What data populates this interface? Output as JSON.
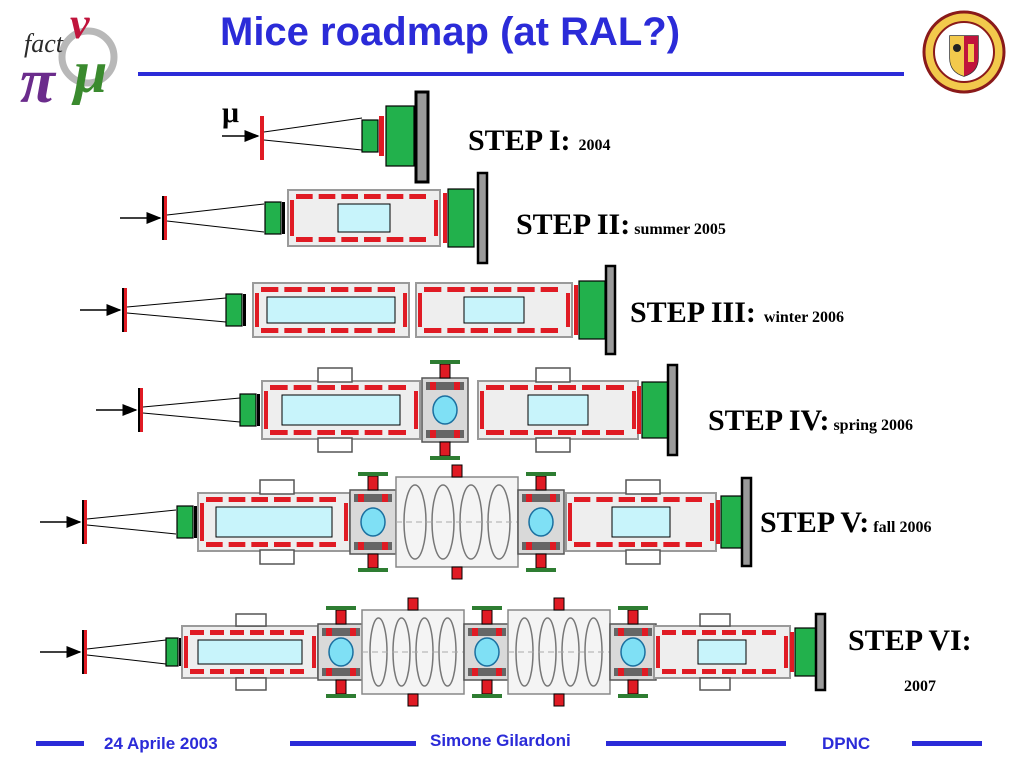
{
  "title": "Mice roadmap (at RAL?)",
  "logo_left": {
    "text_fact": "fact",
    "text_pi": "π",
    "text_nu": "ν",
    "text_mu": "μ"
  },
  "beam_symbol": "μ",
  "steps": [
    {
      "label": "STEP I:",
      "date": "2004"
    },
    {
      "label": "STEP II:",
      "date": "summer 2005"
    },
    {
      "label": "STEP III:",
      "date": "winter 2006"
    },
    {
      "label": "STEP IV:",
      "date": "spring 2006"
    },
    {
      "label": "STEP V:",
      "date": "fall 2006"
    },
    {
      "label": "STEP VI:",
      "date": "2007"
    }
  ],
  "footer": {
    "date": "24 Aprile 2003",
    "author": "Simone Gilardoni",
    "institute": "DPNC"
  },
  "colors": {
    "accent": "#2b2bd8",
    "detector_green": "#22b14c",
    "absorber_cyan": "#c8f4fb",
    "magnet_red": "#e01b24",
    "frame_gray": "#9a9a9a"
  }
}
